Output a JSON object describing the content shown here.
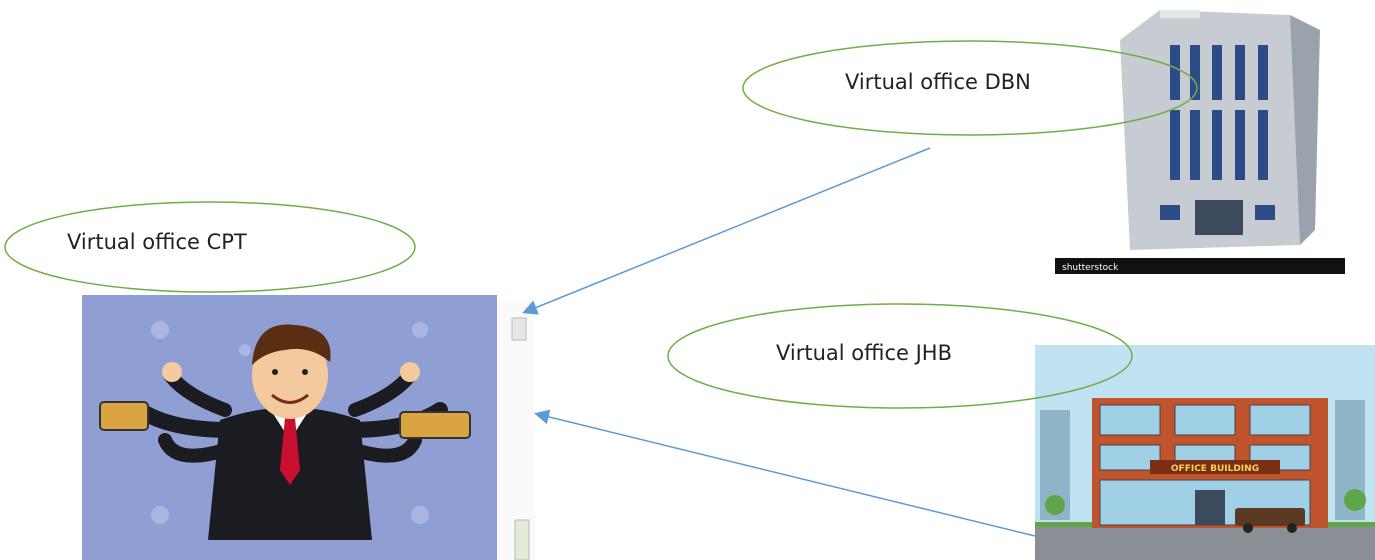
{
  "diagram": {
    "nodes": [
      {
        "id": "cpt",
        "label": "Virtual office CPT"
      },
      {
        "id": "dbn",
        "label": "Virtual office DBN"
      },
      {
        "id": "jhb",
        "label": "Virtual office JHB"
      }
    ],
    "edges": [
      {
        "from": "dbn",
        "to": "cpt"
      },
      {
        "from": "jhb",
        "to": "cpt"
      }
    ],
    "images": {
      "person": "multitasking-businessman-illustration",
      "tower": "office-tower-illustration",
      "building": "office-building-illustration",
      "building_sign": "OFFICE BUILDING",
      "tower_watermark": "shutterstock"
    },
    "colors": {
      "arrow": "#5b9bd5",
      "bubble_stroke": "#70ad47",
      "person_bg": "#8f9fd4",
      "brick": "#c0552d"
    }
  }
}
